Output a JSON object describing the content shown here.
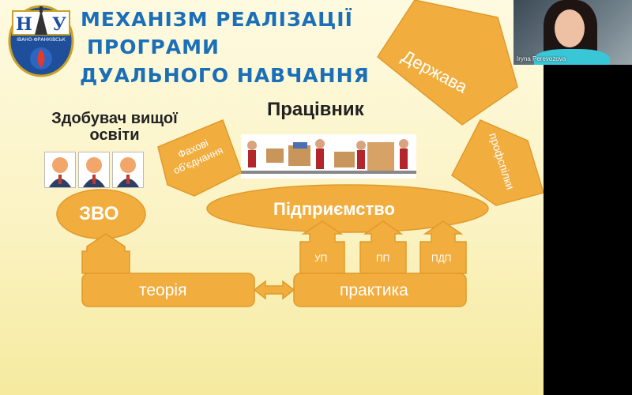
{
  "slide": {
    "title_lines": [
      "МЕХАНІЗМ РЕАЛІЗАЦІЇ",
      "ПРОГРАМИ",
      "ДУАЛЬНОГО НАВЧАННЯ"
    ],
    "logo_text": "НТУ",
    "logo_subtext": "ІВАНО-ФРАНКІВСЬК",
    "student_label_lines": [
      "Здобувач вищої",
      "освіти"
    ],
    "worker_label": "Працівник",
    "state_label": "Держава",
    "unions_label": "профспілки",
    "prof_assoc_lines": [
      "Фахові",
      "об'єднання"
    ],
    "zvo_label": "ЗВО",
    "enterprise_label": "Підприємство",
    "theory_label": "теорія",
    "practice_label": "практика",
    "practice_types": [
      "УП",
      "ПП",
      "ПДП"
    ]
  },
  "video": {
    "participant_name": "Iryna Perevozova"
  },
  "colors": {
    "shape_orange": "#f1ae3f",
    "title_blue": "#1a6fb8",
    "slide_background": "#fbf3c4"
  }
}
